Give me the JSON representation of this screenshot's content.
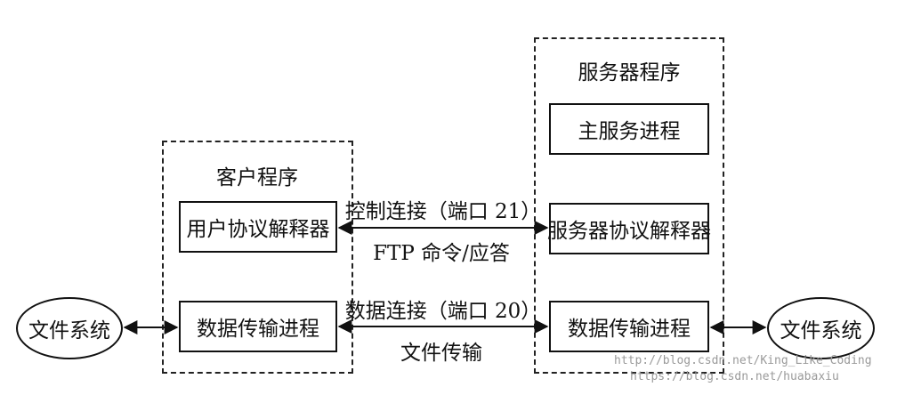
{
  "client": {
    "title": "客户程序",
    "protocol_interpreter": "用户协议解释器",
    "data_transfer": "数据传输进程"
  },
  "server": {
    "title": "服务器程序",
    "main_process": "主服务进程",
    "protocol_interpreter": "服务器协议解释器",
    "data_transfer": "数据传输进程"
  },
  "control_connection": {
    "label": "控制连接（端口 21）",
    "sublabel": "FTP 命令/应答"
  },
  "data_connection": {
    "label": "数据连接（端口 20）",
    "sublabel": "文件传输"
  },
  "left_filesystem": "文件系统",
  "right_filesystem": "文件系统",
  "watermark": {
    "line1": "http://blog.csdn.net/King_Like_Coding",
    "line2": "https://blog.csdn.net/huabaxiu"
  }
}
